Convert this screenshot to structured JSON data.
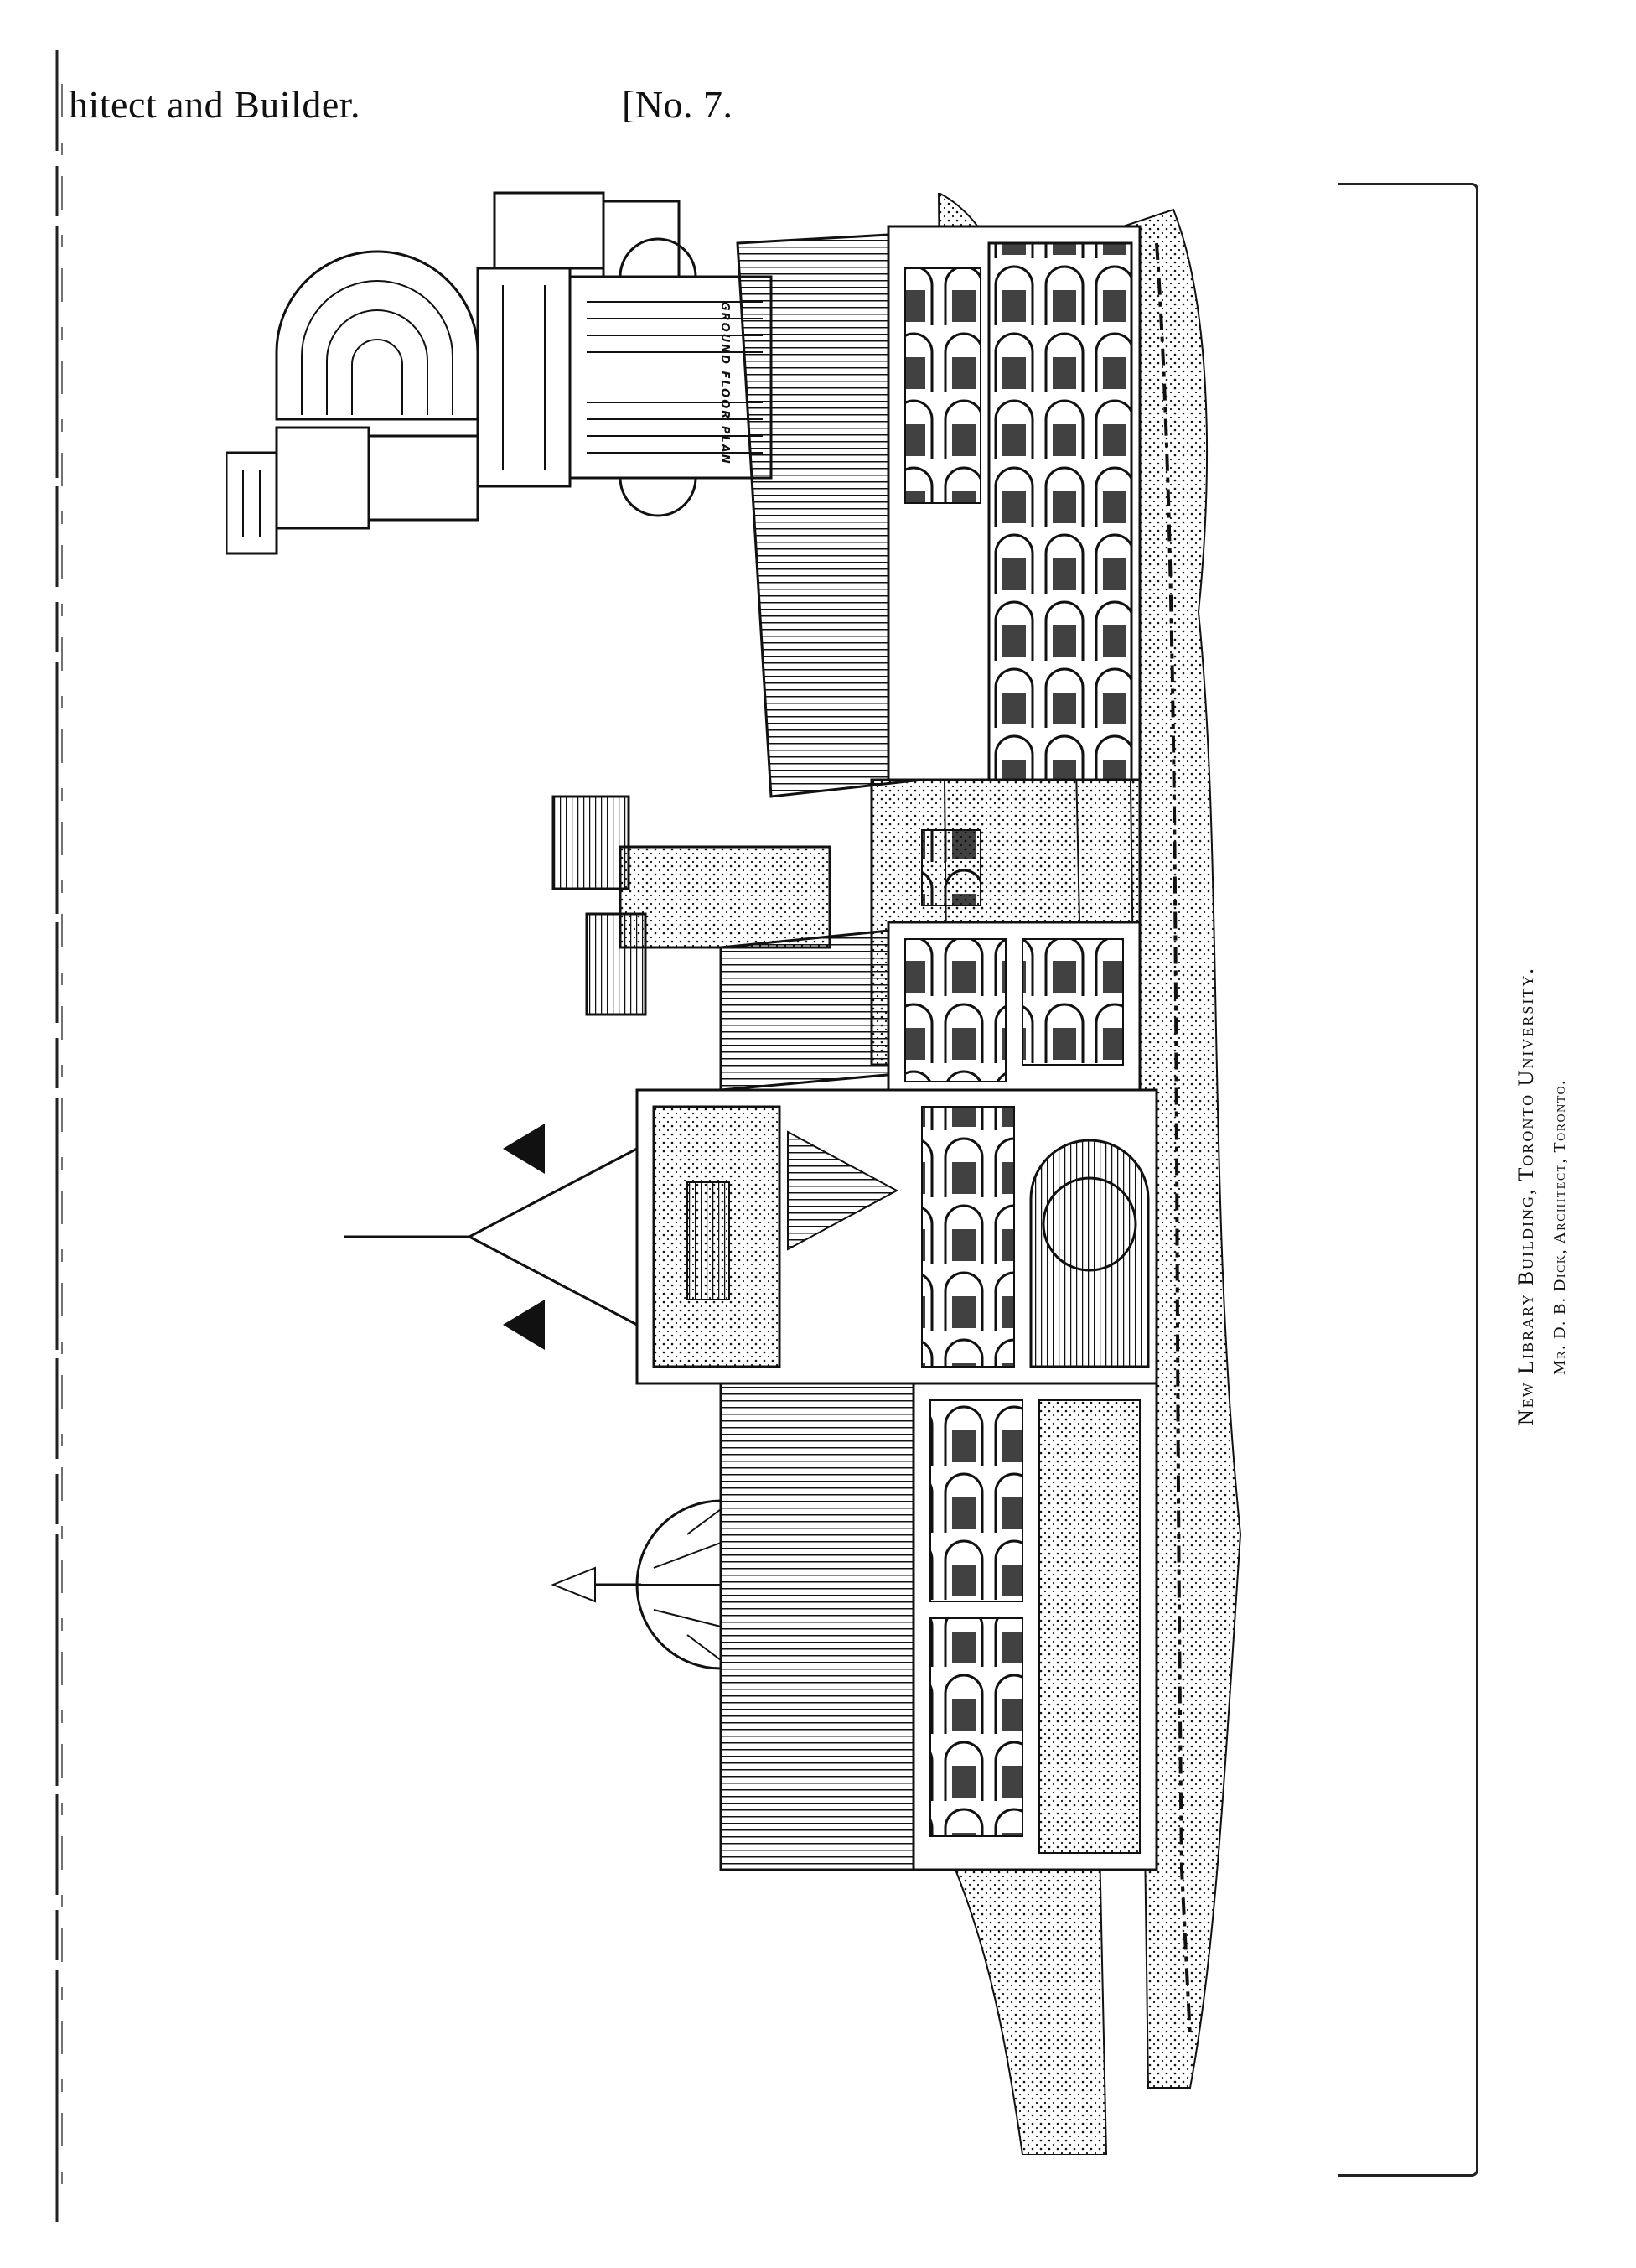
{
  "header": {
    "title": "hitect and Builder.",
    "number": "[No. 7."
  },
  "plan": {
    "caption": "GROUND FLOOR PLAN"
  },
  "figure": {
    "caption_line1": "New Library Building, Toronto University.",
    "caption_line2": "Mr. D. B. Dick, Architect, Toronto."
  }
}
